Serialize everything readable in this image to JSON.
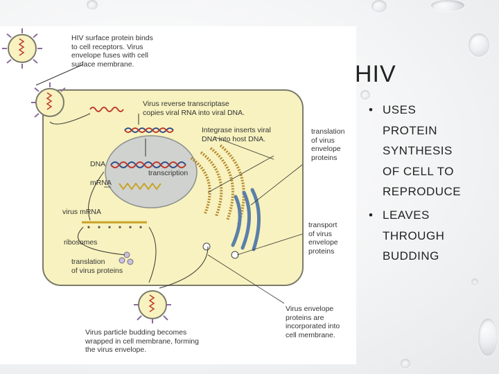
{
  "slide": {
    "title": "HIV",
    "bullets": [
      {
        "dot": "•",
        "text": "USES\nPROTEIN\nSYNTHESIS\nOF CELL TO\nREPRODUCE"
      },
      {
        "dot": "•",
        "text": "LEAVES\nTHROUGH\nBUDDING"
      }
    ]
  },
  "diagram": {
    "labels": {
      "binding": "HIV surface protein binds\nto cell receptors. Virus\nenvelope fuses with cell\nsurface membrane.",
      "reverse_transcriptase": "Virus reverse transcriptase\ncopies viral RNA into viral DNA.",
      "integrase": "Integrase inserts viral\nDNA into host DNA.",
      "translation_envelope": "translation\nof virus\nenvelope\nproteins",
      "dna": "DNA",
      "transcription": "transcription",
      "mrna": "mRNA",
      "virus_mrna": "virus mRNA",
      "ribosomes": "ribosomes",
      "translation_virus": "translation\nof virus proteins",
      "transport": "transport\nof virus\nenvelope\nproteins",
      "envelope_incorporated": "Virus envelope\nproteins are\nincorporated into\ncell membrane.",
      "budding": "Virus particle budding becomes\nwrapped in cell membrane, forming\nthe virus envelope."
    },
    "colors": {
      "cell": "#f7f2bf",
      "cell_border": "#7a7a6a",
      "nucleus": "#cfd2cf",
      "viral_rna": "#c0392b",
      "er": "#b5862b",
      "golgi": "#5b7fa8",
      "virus_spike": "#8a6a9a",
      "ribosome_line": "#c9a227"
    }
  }
}
